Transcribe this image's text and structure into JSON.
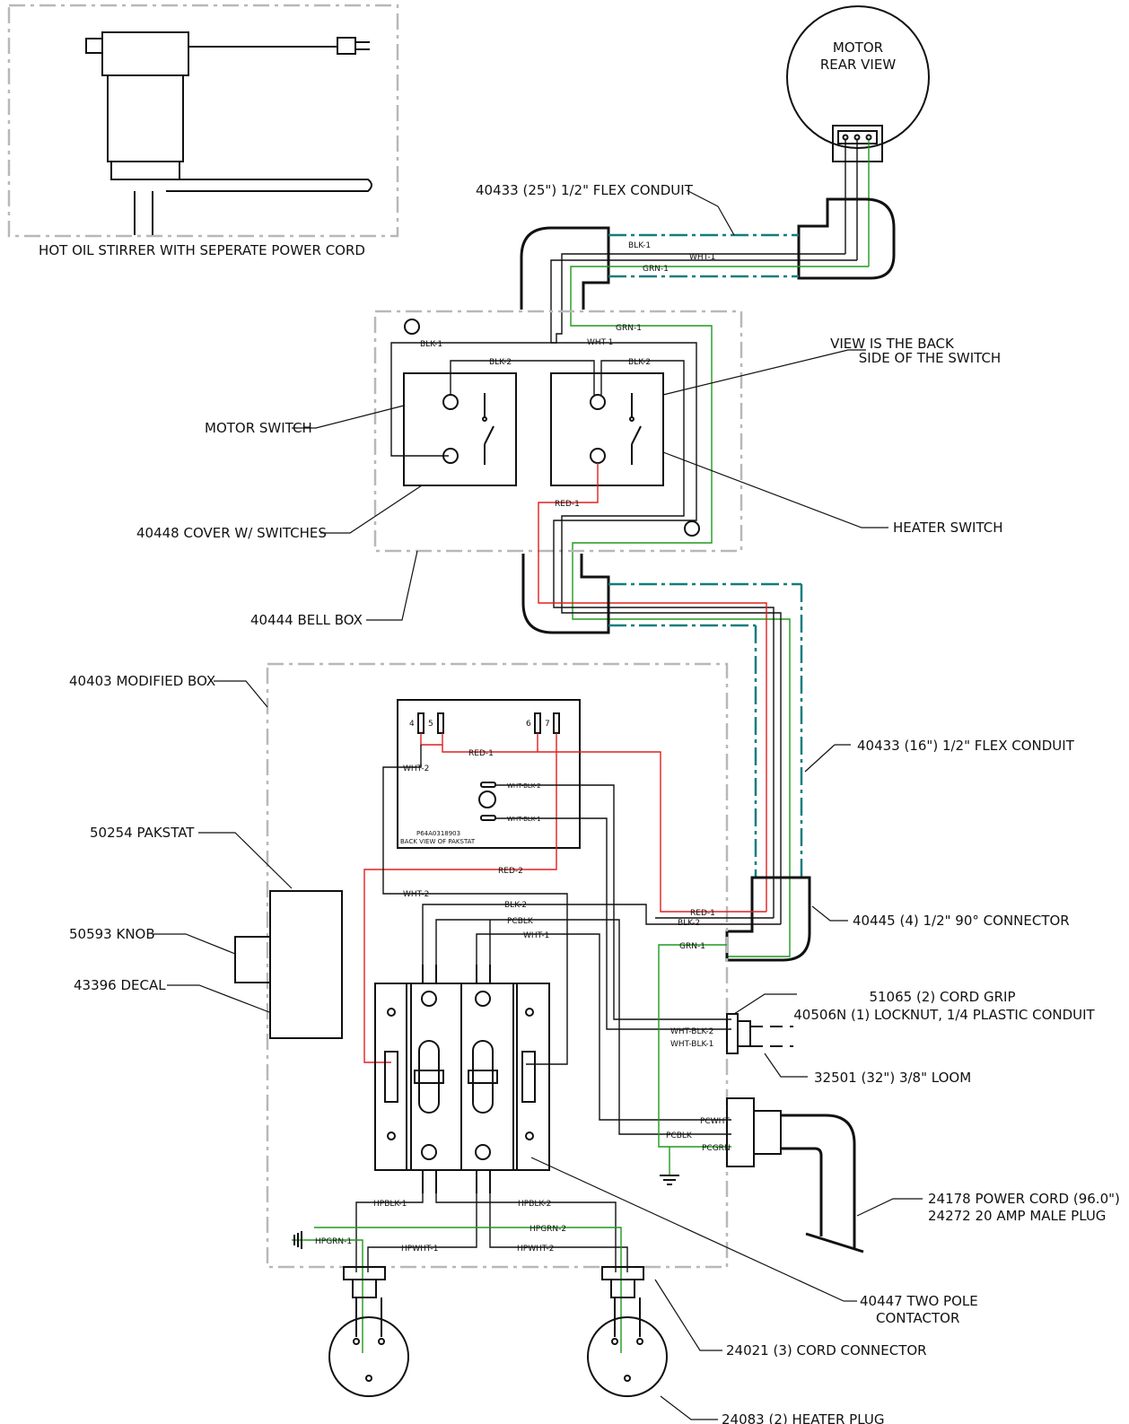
{
  "labels": {
    "stirrer_caption": "HOT OIL STIRRER WITH SEPERATE POWER CORD",
    "motor_line1": "MOTOR",
    "motor_line2": "REAR VIEW",
    "flex_conduit_25": "40433 (25\") 1/2\" FLEX CONDUIT",
    "view_back_line1": "VIEW IS THE BACK",
    "view_back_line2": "SIDE OF THE SWITCH",
    "motor_switch": "MOTOR SWITCH",
    "cover_switches": "40448 COVER W/ SWITCHES",
    "heater_switch": "HEATER SWITCH",
    "bell_box": "40444 BELL BOX",
    "modified_box": "40403 MODIFIED BOX",
    "flex_conduit_16": "40433 (16\") 1/2\" FLEX CONDUIT",
    "pakstat": "50254 PAKSTAT",
    "knob": "50593 KNOB",
    "decal": "43396 DECAL",
    "connector_90": "40445 (4) 1/2\" 90° CONNECTOR",
    "cord_grip": "51065 (2) CORD GRIP",
    "locknut": "40506N (1) LOCKNUT, 1/4 PLASTIC CONDUIT",
    "loom": "32501 (32\") 3/8\" LOOM",
    "power_cord": "24178 POWER CORD (96.0\")",
    "male_plug": "24272 20 AMP MALE PLUG",
    "contactor_line1": "40447 TWO POLE",
    "contactor_line2": "CONTACTOR",
    "cord_connector": "24021 (3) CORD CONNECTOR",
    "heater_plug": "24083 (2) HEATER PLUG",
    "pakstat_part": "P64A0318903",
    "pakstat_view": "BACK VIEW OF PAKSTAT"
  },
  "terminals": [
    "4",
    "5",
    "6",
    "7"
  ],
  "wires": {
    "blk1": "BLK-1",
    "wht1": "WHT-1",
    "grn1": "GRN-1",
    "blk2": "BLK-2",
    "red1": "RED-1",
    "red2": "RED-2",
    "wht2": "WHT-2",
    "whtblk1": "WHT-BLK-1",
    "whtblk2": "WHT-BLK-2",
    "pcblk": "PCBLK",
    "pcwht": "PCWHT",
    "pcgrn": "PCGRN",
    "hpblk1": "HPBLK-1",
    "hpblk2": "HPBLK-2",
    "hpgrn1": "HPGRN-1",
    "hpgrn2": "HPGRN-2",
    "hpwht1": "HPWHT-1",
    "hpwht2": "HPWHT-2"
  },
  "colors": {
    "black_wire": "#111111",
    "red_wire": "#e02020",
    "green_wire": "#1f9a1f",
    "conduit": "#127d7d",
    "outline": "#b8b8b8"
  }
}
